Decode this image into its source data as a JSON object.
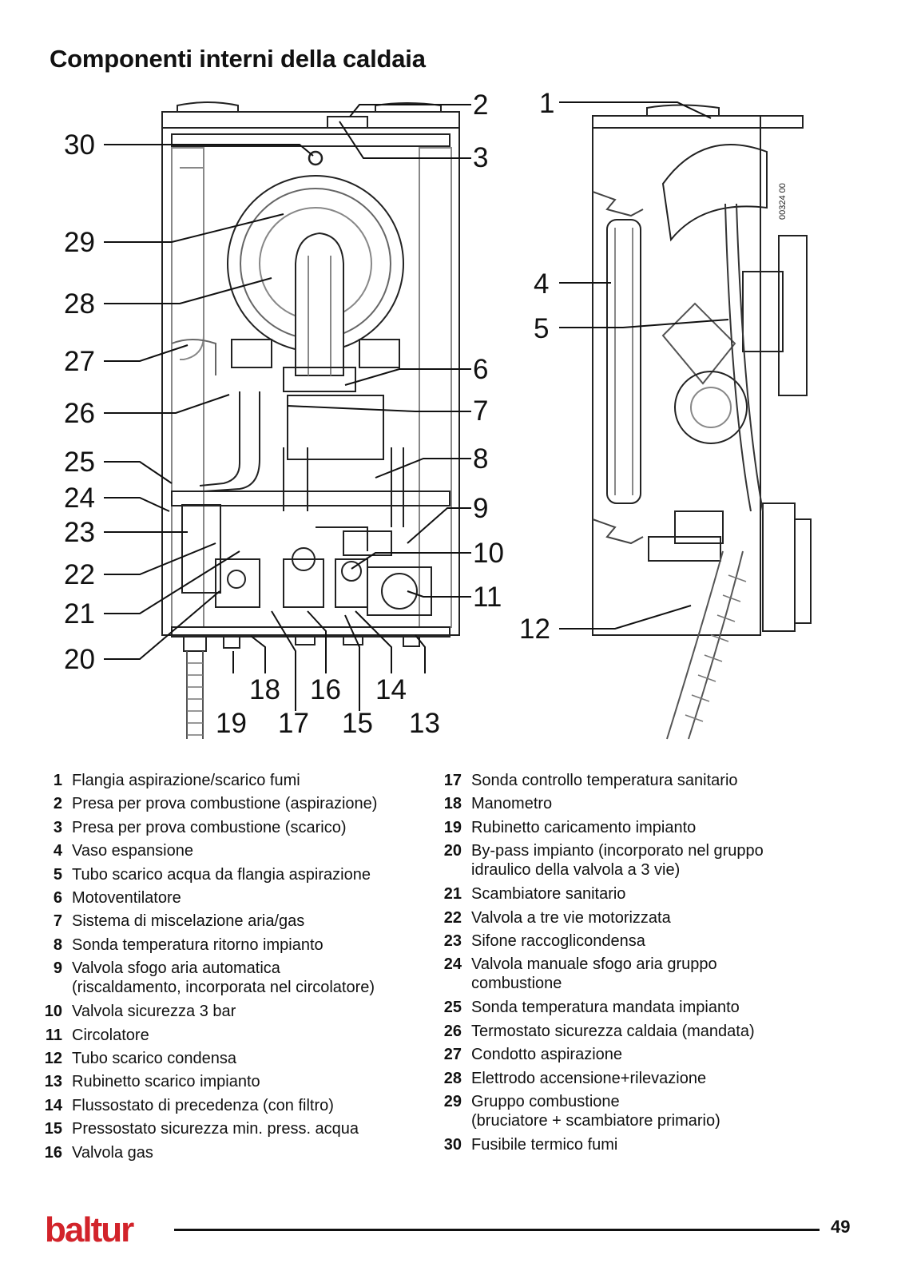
{
  "page": {
    "title": "Componenti interni della caldaia",
    "drawing_code": "00324 00",
    "page_number": "49",
    "logo_text": "baltur",
    "logo_color": "#d2232a"
  },
  "callouts": [
    "1",
    "2",
    "3",
    "4",
    "5",
    "6",
    "7",
    "8",
    "9",
    "10",
    "11",
    "12",
    "13",
    "14",
    "15",
    "16",
    "17",
    "18",
    "19",
    "20",
    "21",
    "22",
    "23",
    "24",
    "25",
    "26",
    "27",
    "28",
    "29",
    "30"
  ],
  "legend": [
    {
      "num": "1",
      "text": "Flangia aspirazione/scarico fumi"
    },
    {
      "num": "2",
      "text": "Presa per prova combustione (aspirazione)"
    },
    {
      "num": "3",
      "text": "Presa per prova combustione (scarico)"
    },
    {
      "num": "4",
      "text": "Vaso espansione"
    },
    {
      "num": "5",
      "text": "Tubo scarico acqua da flangia aspirazione"
    },
    {
      "num": "6",
      "text": "Motoventilatore"
    },
    {
      "num": "7",
      "text": "Sistema di miscelazione aria/gas"
    },
    {
      "num": "8",
      "text": "Sonda temperatura ritorno impianto"
    },
    {
      "num": "9",
      "text": "Valvola sfogo aria automatica\n(riscaldamento, incorporata nel circolatore)"
    },
    {
      "num": "10",
      "text": "Valvola sicurezza 3 bar"
    },
    {
      "num": "11",
      "text": "Circolatore"
    },
    {
      "num": "12",
      "text": "Tubo scarico condensa"
    },
    {
      "num": "13",
      "text": "Rubinetto scarico impianto"
    },
    {
      "num": "14",
      "text": "Flussostato di precedenza (con filtro)"
    },
    {
      "num": "15",
      "text": "Pressostato sicurezza min. press. acqua"
    },
    {
      "num": "16",
      "text": "Valvola gas"
    },
    {
      "num": "17",
      "text": "Sonda controllo temperatura sanitario"
    },
    {
      "num": "18",
      "text": "Manometro"
    },
    {
      "num": "19",
      "text": "Rubinetto caricamento impianto"
    },
    {
      "num": "20",
      "text": "By-pass impianto (incorporato nel gruppo\nidraulico della valvola a 3 vie)"
    },
    {
      "num": "21",
      "text": "Scambiatore sanitario"
    },
    {
      "num": "22",
      "text": "Valvola a tre vie motorizzata"
    },
    {
      "num": "23",
      "text": "Sifone raccoglicondensa"
    },
    {
      "num": "24",
      "text": "Valvola manuale sfogo aria gruppo\ncombustione"
    },
    {
      "num": "25",
      "text": "Sonda temperatura mandata impianto"
    },
    {
      "num": "26",
      "text": "Termostato sicurezza caldaia (mandata)"
    },
    {
      "num": "27",
      "text": "Condotto aspirazione"
    },
    {
      "num": "28",
      "text": "Elettrodo accensione+rilevazione"
    },
    {
      "num": "29",
      "text": "Gruppo combustione\n(bruciatore + scambiatore primario)"
    },
    {
      "num": "30",
      "text": "Fusibile termico fumi"
    }
  ]
}
